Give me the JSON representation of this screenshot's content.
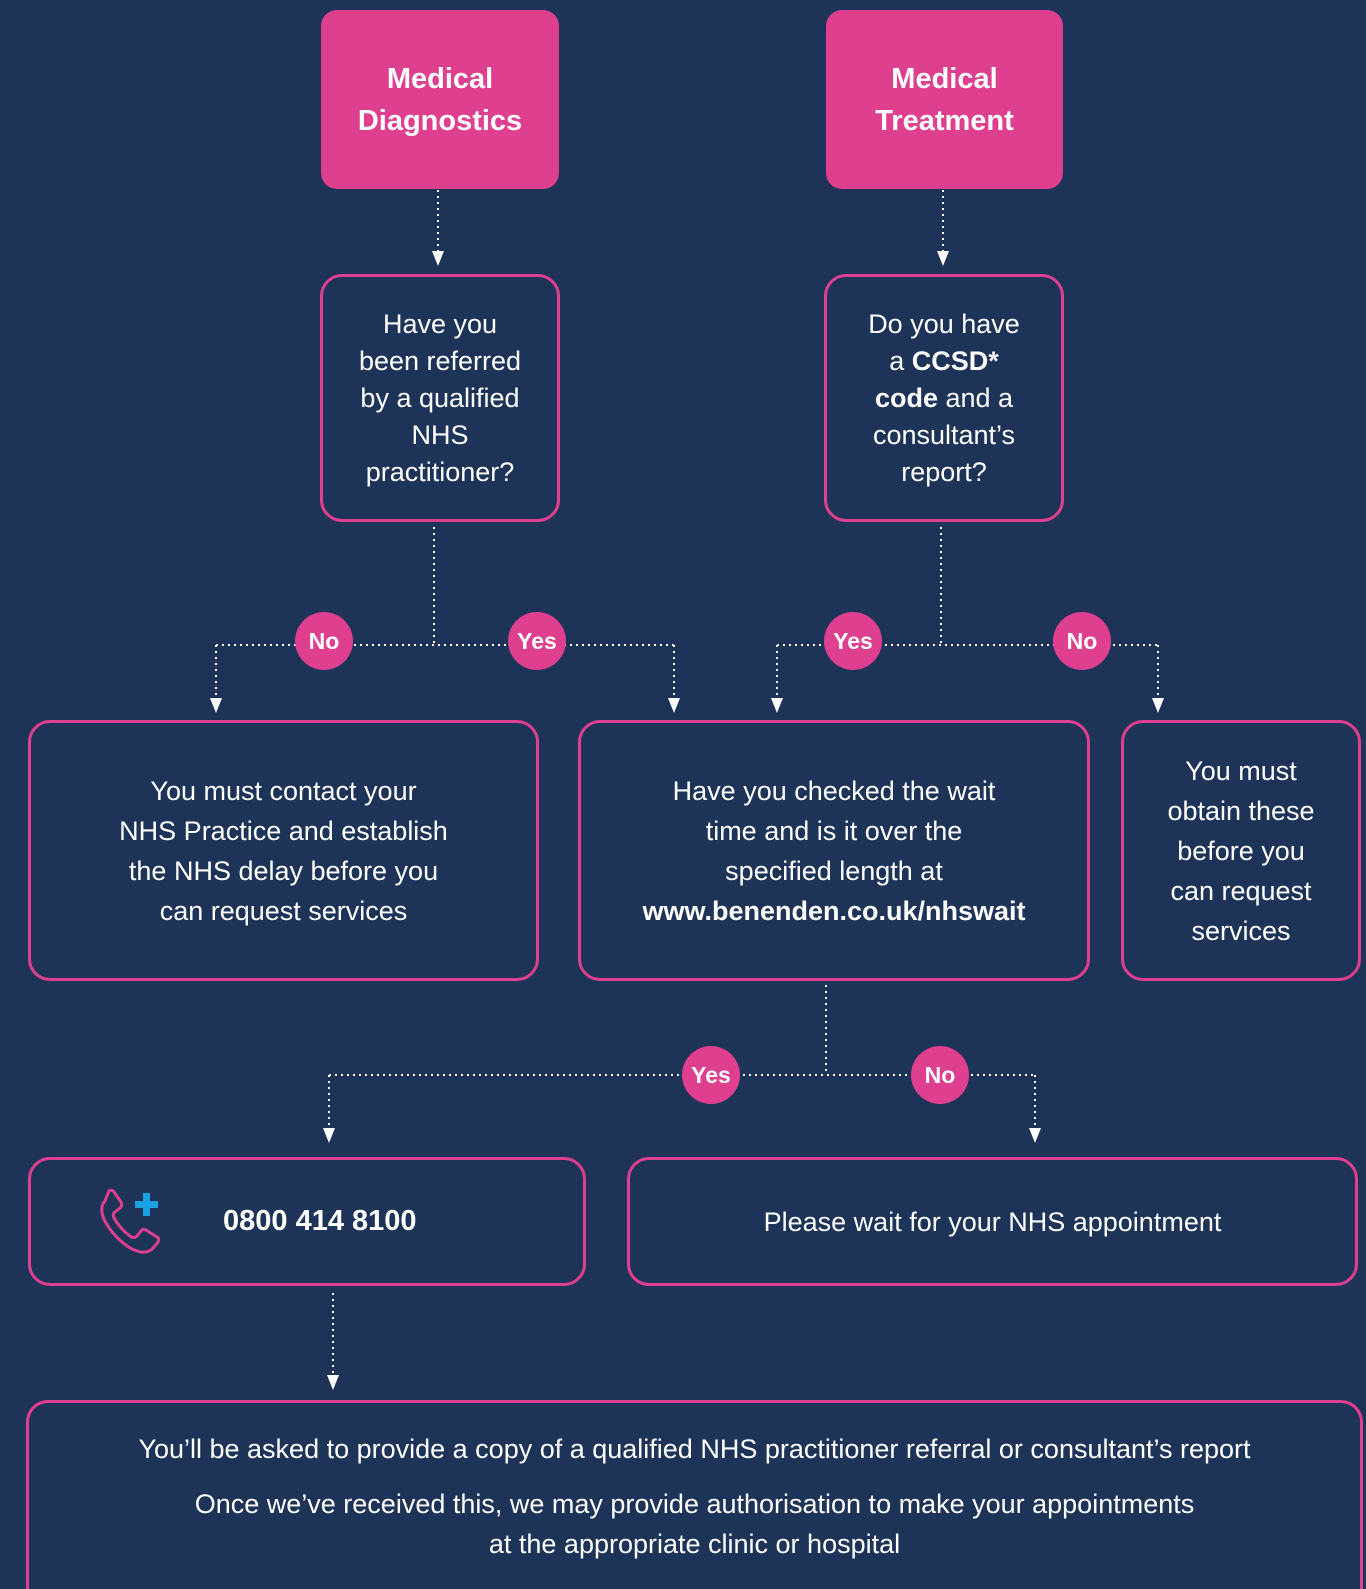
{
  "colors": {
    "background": "#1e3358",
    "accent": "#df3f8f",
    "text": "#ffffff",
    "icon_plus": "#1a9fe0"
  },
  "diagnostics": {
    "title_line1": "Medical",
    "title_line2": "Diagnostics",
    "question_lines": [
      "Have you",
      "been referred",
      "by a qualified",
      "NHS",
      "practitioner?"
    ],
    "no_label": "No",
    "yes_label": "Yes"
  },
  "treatment": {
    "title_line1": "Medical",
    "title_line2": "Treatment",
    "question_line1": "Do you have",
    "question_line2_pre": "a ",
    "question_line2_bold": "CCSD*",
    "question_line3_bold": "code",
    "question_line3_post": " and a",
    "question_line4": "consultant’s",
    "question_line5": "report?",
    "yes_label": "Yes",
    "no_label": "No"
  },
  "contact_practice": {
    "lines": [
      "You must contact your",
      "NHS Practice and establish",
      "the NHS delay before you",
      "can request services"
    ]
  },
  "wait_check": {
    "lines": [
      "Have you checked the wait",
      "time and is it over the",
      "specified length at"
    ],
    "url": "www.benenden.co.uk/nhswait",
    "yes_label": "Yes",
    "no_label": "No"
  },
  "obtain": {
    "lines": [
      "You must",
      "obtain these",
      "before you",
      "can request",
      "services"
    ]
  },
  "phone": {
    "icon": "phone-plus-icon",
    "number": "0800 414 8100"
  },
  "wait_appointment": {
    "text": "Please wait for your NHS appointment"
  },
  "final": {
    "line1": "You’ll be asked to provide a copy of a qualified NHS practitioner referral or consultant’s report",
    "line2": "Once we’ve received this, we may provide authorisation to make your appointments",
    "line3": "at the appropriate clinic or hospital"
  }
}
